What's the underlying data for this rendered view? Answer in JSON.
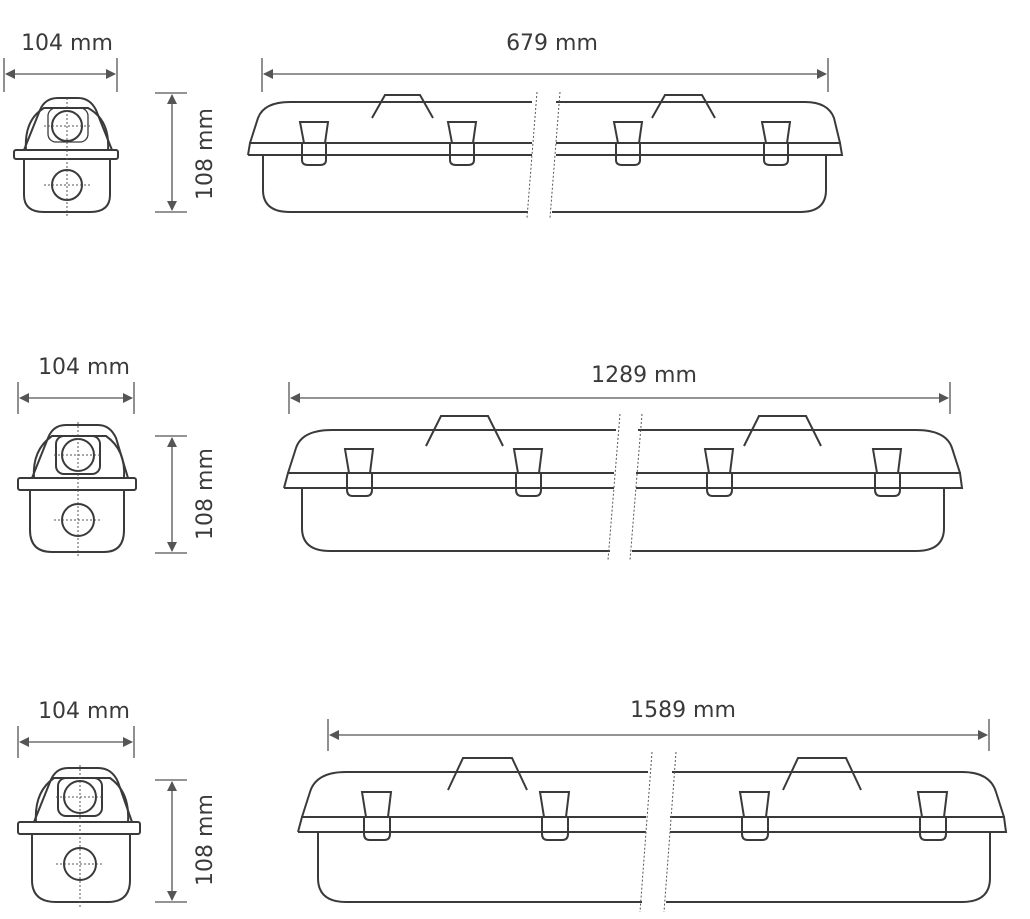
{
  "rows": [
    {
      "width_label": "104 mm",
      "height_label": "108 mm",
      "length_label": "679 mm"
    },
    {
      "width_label": "104 mm",
      "height_label": "108 mm",
      "length_label": "1289 mm"
    },
    {
      "width_label": "104 mm",
      "height_label": "108 mm",
      "length_label": "1589 mm"
    }
  ],
  "colors": {
    "line": "#3a3a3a",
    "dimension": "#555555",
    "background": "#ffffff"
  }
}
